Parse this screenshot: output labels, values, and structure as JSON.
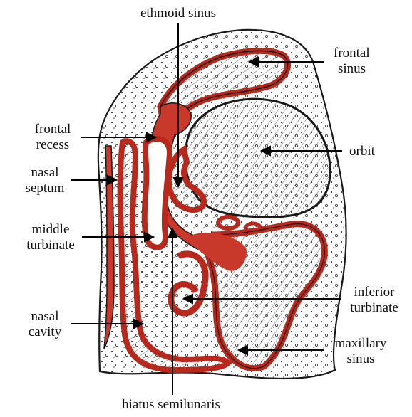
{
  "labels": {
    "ethmoid_sinus": "ethmoid sinus",
    "frontal_sinus_1": "frontal",
    "frontal_sinus_2": "sinus",
    "frontal_recess_1": "frontal",
    "frontal_recess_2": "recess",
    "orbit": "orbit",
    "nasal_septum_1": "nasal",
    "nasal_septum_2": "septum",
    "middle_turbinate_1": "middle",
    "middle_turbinate_2": "turbinate",
    "inferior_turbinate_1": "inferior",
    "inferior_turbinate_2": "turbinate",
    "nasal_cavity_1": "nasal",
    "nasal_cavity_2": "cavity",
    "maxillary_sinus_1": "maxillary",
    "maxillary_sinus_2": "sinus",
    "hiatus_semilunaris": "hiatus semilunaris"
  },
  "colors": {
    "mucosa": "#b8291d",
    "mucosa_fill": "#c8392b",
    "outline": "#1a1a1a",
    "hatch": "#555555",
    "bone_dots": "#333333"
  }
}
